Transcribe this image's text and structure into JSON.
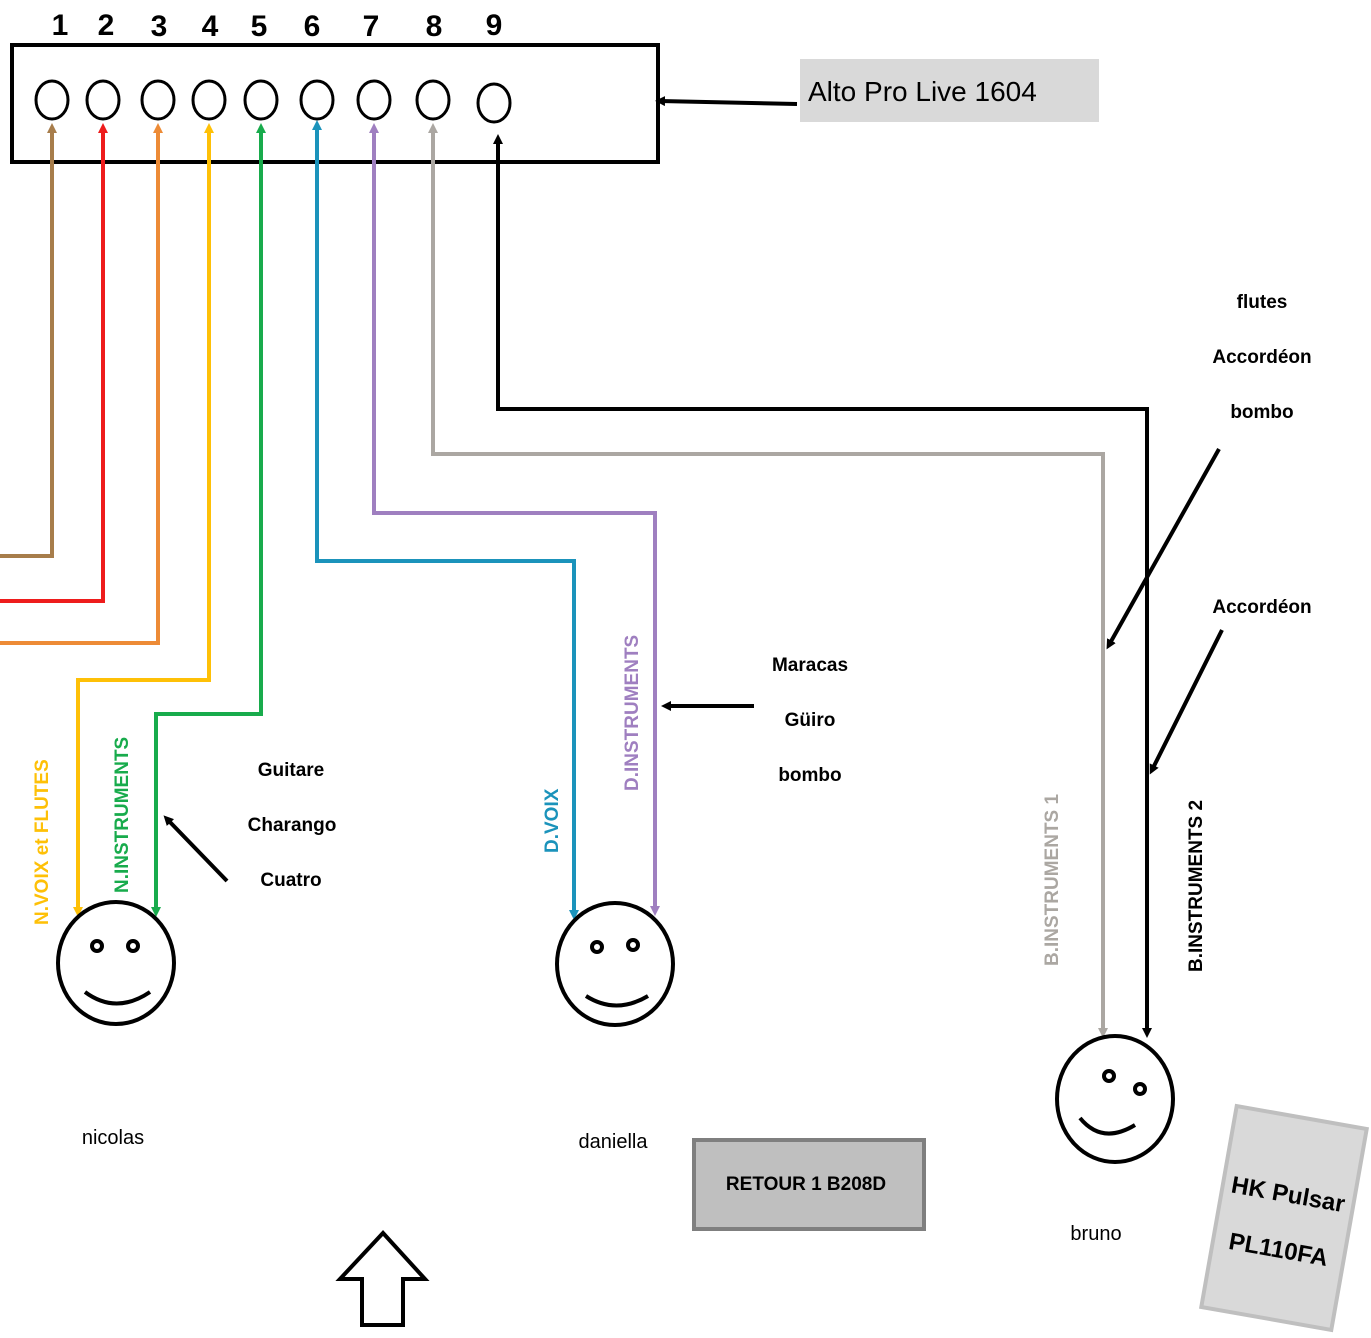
{
  "mixer": {
    "label": "Alto Pro Live 1604",
    "channels": [
      "1",
      "2",
      "3",
      "4",
      "5",
      "6",
      "7",
      "8",
      "9"
    ]
  },
  "cable_colors": [
    "#a77d4b",
    "#ee1c1c",
    "#ed8b36",
    "#fec007",
    "#18ab4c",
    "#1b93bb",
    "#9f7fc0",
    "#aba7a2",
    "#000000"
  ],
  "lines": {
    "n_voix": {
      "label": "N.VOIX et FLUTES",
      "color": "#fec007"
    },
    "n_instruments": {
      "label": "N.INSTRUMENTS",
      "color": "#18ab4c"
    },
    "d_voix": {
      "label": "D.VOIX",
      "color": "#1b93bb"
    },
    "d_instruments": {
      "label": "D.INSTRUMENTS",
      "color": "#9f7fc0"
    },
    "b_instruments_1": {
      "label": "B.INSTRUMENTS 1",
      "color": "#aba7a2"
    },
    "b_instruments_2": {
      "label": "B.INSTRUMENTS 2",
      "color": "#000000"
    }
  },
  "notes": {
    "nicolas_instruments": [
      "Guitare",
      "Charango",
      "Cuatro"
    ],
    "daniella_instruments": [
      "Maracas",
      "Güiro",
      "bombo"
    ],
    "bruno_instruments_1": [
      "flutes",
      "Accordéon",
      "bombo"
    ],
    "bruno_instruments_2": [
      "Accordéon"
    ]
  },
  "musicians": {
    "nicolas": "nicolas",
    "daniella": "daniella",
    "bruno": "bruno"
  },
  "retour": {
    "label": "RETOUR 1 B208D"
  },
  "speaker": {
    "line1": "HK Pulsar",
    "line2": "PL110FA"
  }
}
